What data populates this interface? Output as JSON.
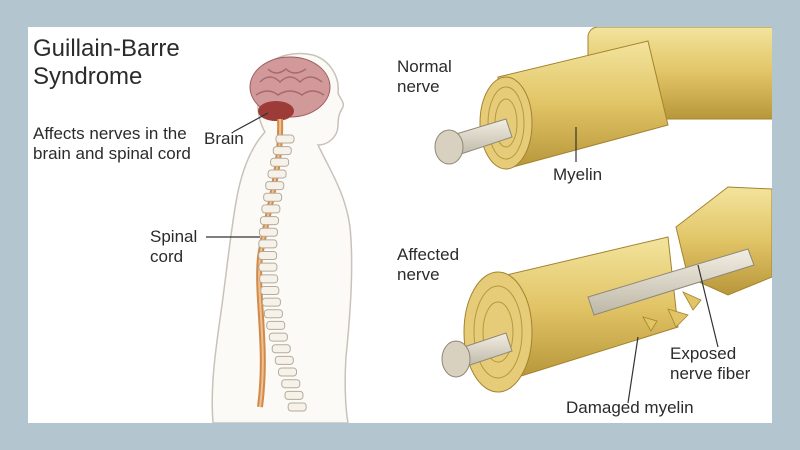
{
  "title": "Guillain-Barre Syndrome",
  "description": "Affects nerves in the brain and spinal cord",
  "labels": {
    "brain": "Brain",
    "spinal_cord": "Spinal cord",
    "normal_nerve": "Normal nerve",
    "myelin": "Myelin",
    "affected_nerve": "Affected nerve",
    "exposed_fiber": "Exposed nerve fiber",
    "damaged_myelin": "Damaged myelin"
  },
  "colors": {
    "background": "#b3c6d0",
    "panel": "#ffffff",
    "myelin": "#e3c86a",
    "brain": "#c98a8a",
    "spine": "#d08a4a"
  }
}
